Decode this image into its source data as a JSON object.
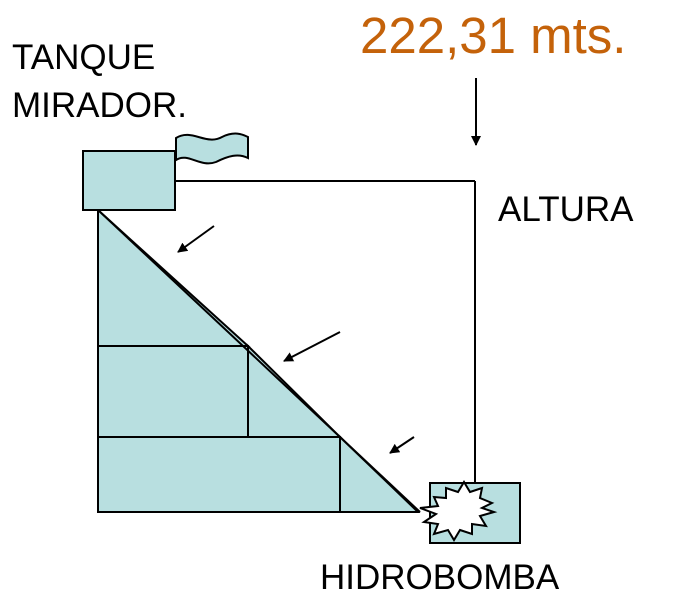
{
  "labels": {
    "height_value": "222,31 mts.",
    "tank_line1": "TANQUE",
    "tank_line2": "MIRADOR.",
    "altura": "ALTURA",
    "pump": "HIDROBOMBA"
  },
  "colors": {
    "fill": "#b8dfe0",
    "stroke": "#000000",
    "height_label": "#c4620a"
  },
  "icons": {
    "flag": "flag-icon",
    "pump": "starburst-pump-icon"
  }
}
